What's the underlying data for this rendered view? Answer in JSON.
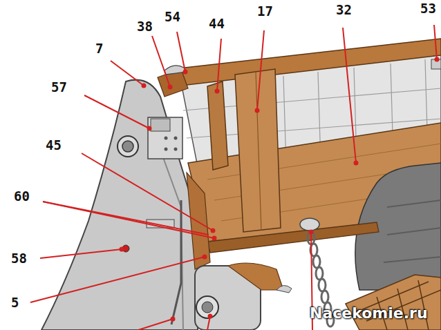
{
  "diagram": {
    "labels": [
      "54",
      "44",
      "17",
      "32",
      "53",
      "38",
      "7",
      "57",
      "45",
      "60",
      "58",
      "5",
      "Nacekomie.ru"
    ]
  }
}
